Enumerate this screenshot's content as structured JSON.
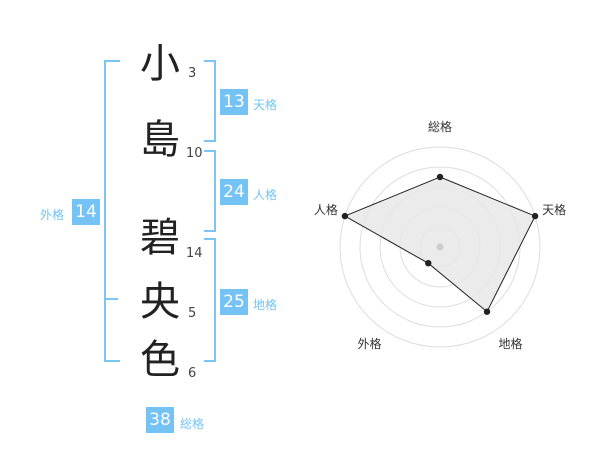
{
  "name": {
    "chars": [
      {
        "char": "小",
        "strokes": "3"
      },
      {
        "char": "島",
        "strokes": "10"
      },
      {
        "char": "碧",
        "strokes": "14"
      },
      {
        "char": "央",
        "strokes": "5"
      },
      {
        "char": "色",
        "strokes": "6"
      }
    ]
  },
  "kakusu": {
    "tenkaku": {
      "value": "13",
      "label": "天格"
    },
    "jinkaku": {
      "value": "24",
      "label": "人格"
    },
    "chikaku": {
      "value": "25",
      "label": "地格"
    },
    "gaikaku": {
      "value": "14",
      "label": "外格"
    },
    "soukaku": {
      "value": "38",
      "label": "総格"
    }
  },
  "chart_data": {
    "type": "radar",
    "axes": [
      "総格",
      "天格",
      "地格",
      "外格",
      "人格"
    ],
    "values": [
      3.5,
      5,
      4,
      1,
      5
    ],
    "max": 5,
    "rings": 5,
    "colors": {
      "fill": "#e8e8e8",
      "ring": "#dddddd",
      "line": "#222222",
      "point": "#222222",
      "center": "#cccccc"
    }
  }
}
